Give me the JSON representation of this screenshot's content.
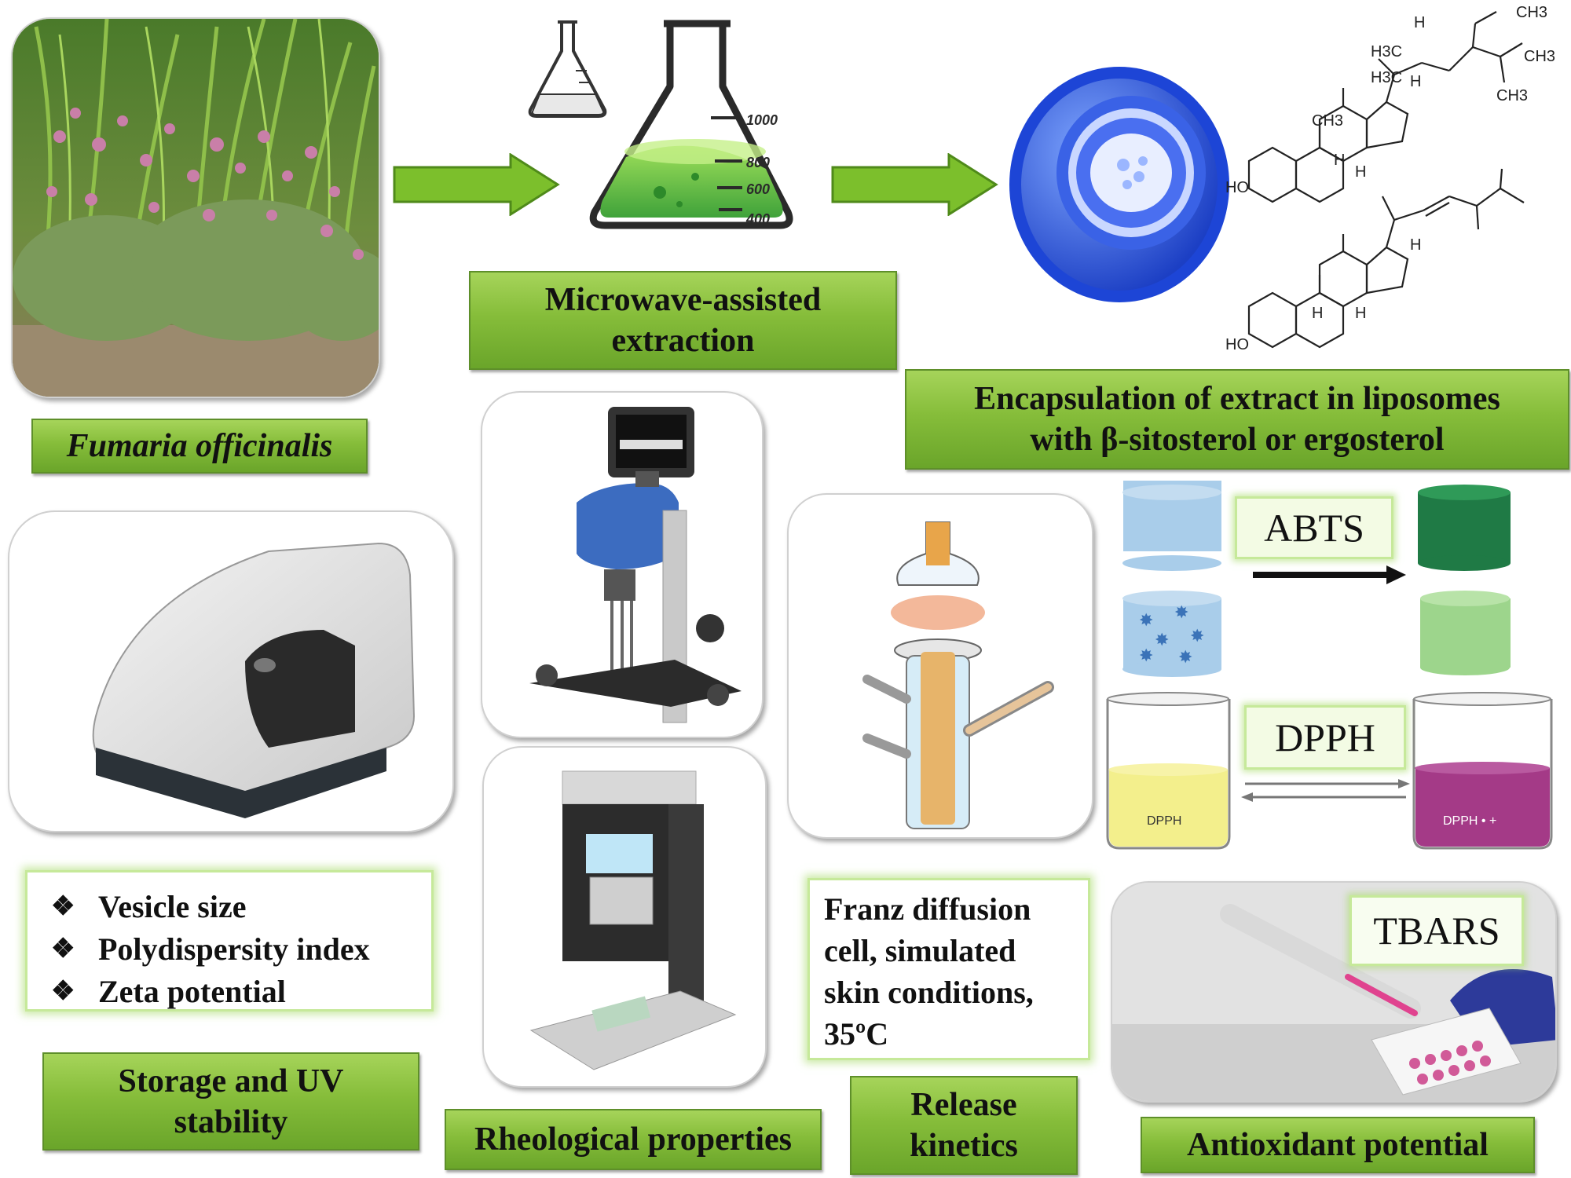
{
  "labels": {
    "plant": "Fumaria officinalis",
    "extraction_line1": "Microwave-assisted",
    "extraction_line2": "extraction",
    "encapsulation_line1": "Encapsulation of extract in liposomes",
    "encapsulation_line2": "with β-sitosterol or ergosterol",
    "storage_line1": "Storage and UV",
    "storage_line2": "stability",
    "rheology": "Rheological properties",
    "release_line1": "Release",
    "release_line2": "kinetics",
    "antioxidant": "Antioxidant potential"
  },
  "characterization": {
    "items": [
      "Vesicle size",
      "Polydispersity index",
      "Zeta potential"
    ]
  },
  "franz": {
    "line1": "Franz diffusion",
    "line2": "cell, simulated",
    "line3": "skin conditions,",
    "line4": "35ºC"
  },
  "assays": {
    "abts": "ABTS",
    "dpph": "DPPH",
    "tbars": "TBARS",
    "dpph_beaker_left": "DPPH",
    "dpph_beaker_right": "DPPH • +"
  },
  "flask_marks": [
    "1000",
    "800",
    "600",
    "400"
  ],
  "chem": {
    "ch3_a": "CH3",
    "ch3_b": "CH3",
    "ch3_c": "CH3",
    "ch3_d": "CH3",
    "h3c_a": "H3C",
    "h3c_b": "H3C",
    "h": "H",
    "ho": "HO"
  },
  "colors": {
    "label_green": "#86bd3a",
    "arrow_green": "#7cbf2c",
    "liposome_blue": "#2e5be0",
    "abts_blue": "#a9cdea",
    "abts_dark_green": "#1f7a45",
    "abts_light_green": "#9dd58c",
    "dpph_yellow": "#f3ef8c",
    "dpph_purple": "#a43a87",
    "pipette_pink": "#e0438f"
  }
}
